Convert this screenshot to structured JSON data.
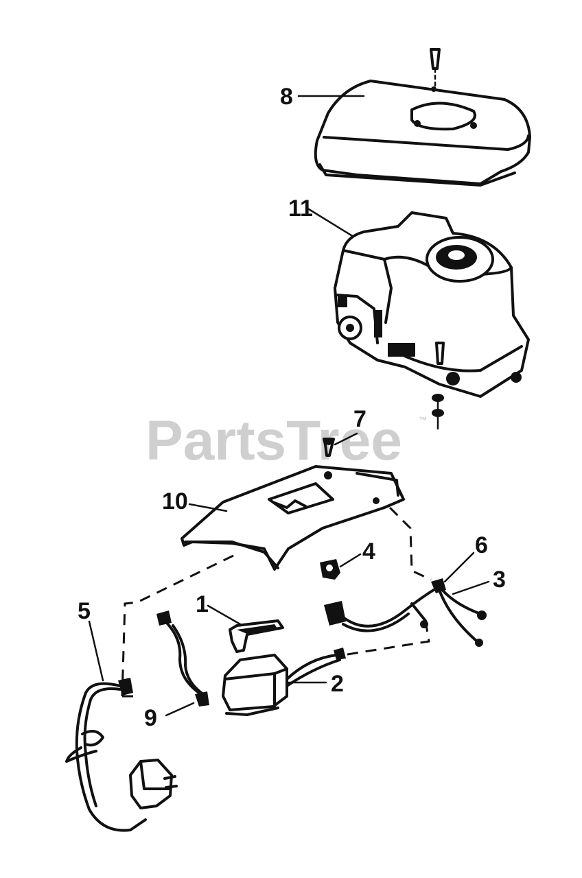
{
  "watermark": {
    "text": "PartsTree",
    "trademark": "™"
  },
  "callouts": [
    {
      "id": "1",
      "label": "1"
    },
    {
      "id": "2",
      "label": "2"
    },
    {
      "id": "3",
      "label": "3"
    },
    {
      "id": "4",
      "label": "4"
    },
    {
      "id": "5",
      "label": "5"
    },
    {
      "id": "6",
      "label": "6"
    },
    {
      "id": "7",
      "label": "7"
    },
    {
      "id": "8",
      "label": "8"
    },
    {
      "id": "9",
      "label": "9"
    },
    {
      "id": "10",
      "label": "10"
    },
    {
      "id": "11",
      "label": "11"
    }
  ]
}
